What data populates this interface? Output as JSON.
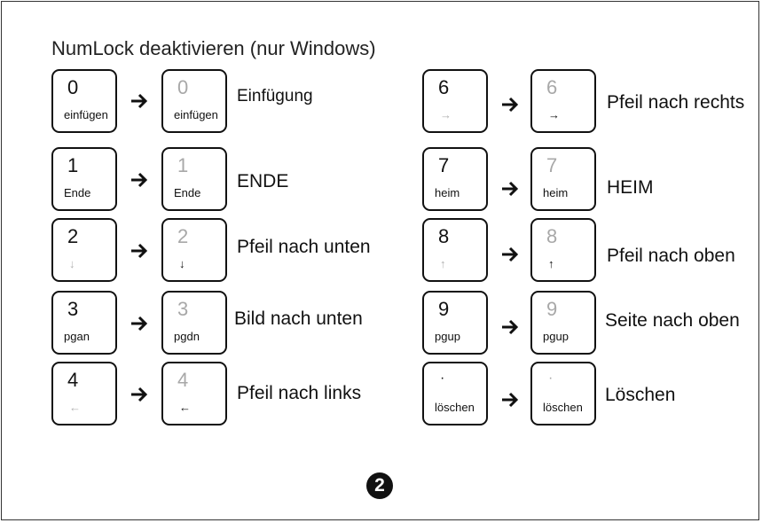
{
  "title": "NumLock deaktivieren (nur Windows)",
  "badge": "2",
  "left_column": [
    {
      "key_main": "0",
      "key_sub": "einfügen",
      "result_main": "0",
      "result_sub": "einfügen",
      "label": "Einfügung"
    },
    {
      "key_main": "1",
      "key_sub": "Ende",
      "result_main": "1",
      "result_sub": "Ende",
      "label": "ENDE"
    },
    {
      "key_main": "2",
      "key_sub": "↓",
      "result_main": "2",
      "result_sub": "↓",
      "label": "Pfeil nach unten"
    },
    {
      "key_main": "3",
      "key_sub": "pgan",
      "result_main": "3",
      "result_sub": "pgdn",
      "label": "Bild nach unten"
    },
    {
      "key_main": "4",
      "key_sub": "←",
      "result_main": "4",
      "result_sub": "←",
      "label": "Pfeil nach links"
    }
  ],
  "right_column": [
    {
      "key_main": "6",
      "key_sub": "→",
      "result_main": "6",
      "result_sub": "→",
      "label": "Pfeil nach rechts"
    },
    {
      "key_main": "7",
      "key_sub": "heim",
      "result_main": "7",
      "result_sub": "heim",
      "label": "HEIM"
    },
    {
      "key_main": "8",
      "key_sub": "↑",
      "result_main": "8",
      "result_sub": "↑",
      "label": "Pfeil nach oben"
    },
    {
      "key_main": "9",
      "key_sub": "pgup",
      "result_main": "9",
      "result_sub": "pgup",
      "label": "Seite nach oben"
    },
    {
      "key_main": "·",
      "key_sub": "löschen",
      "result_main": "·",
      "result_sub": "löschen",
      "label": "Löschen"
    }
  ],
  "icons": {
    "flow_arrow": "right-arrow-icon",
    "badge": "step-number-badge"
  },
  "colors": {
    "ink": "#111111",
    "dimmed": "#a8a8a8"
  }
}
